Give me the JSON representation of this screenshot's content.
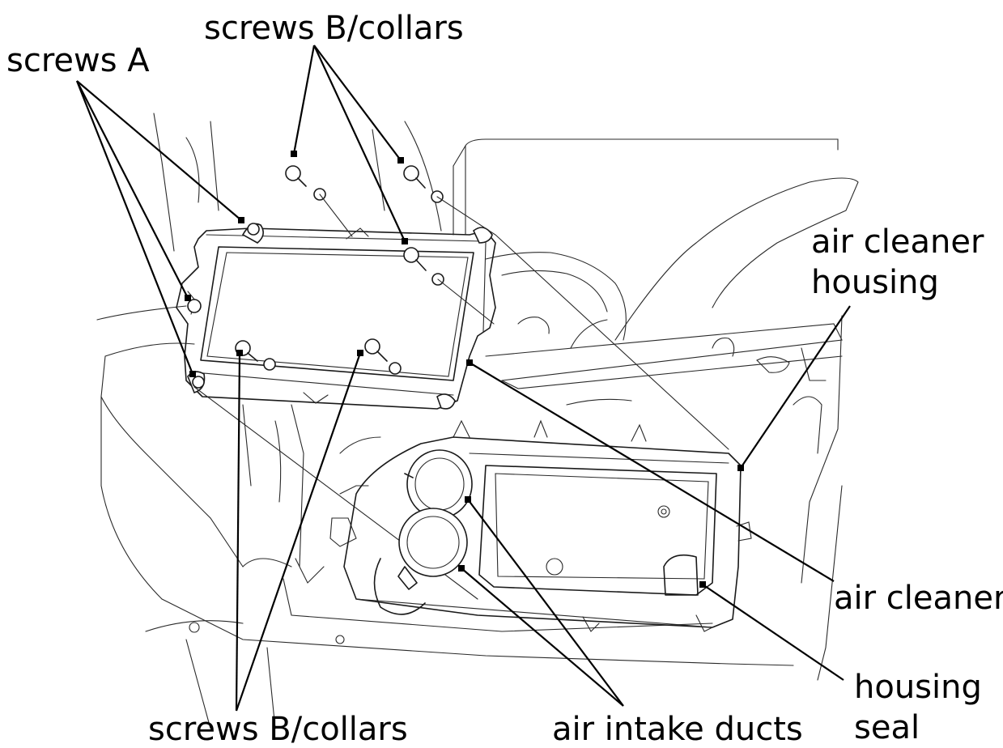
{
  "labels": {
    "screws_a": "screws A",
    "screws_b_top": "screws B/collars",
    "air_cleaner_housing_1": "air cleaner",
    "air_cleaner_housing_2": "housing",
    "air_cleaner": "air cleaner",
    "housing_seal_1": "housing",
    "housing_seal_2": "seal",
    "screws_b_bottom": "screws B/collars",
    "air_intake_ducts": "air intake ducts"
  },
  "colors": {
    "ink": "#000000",
    "background": "#ffffff"
  }
}
